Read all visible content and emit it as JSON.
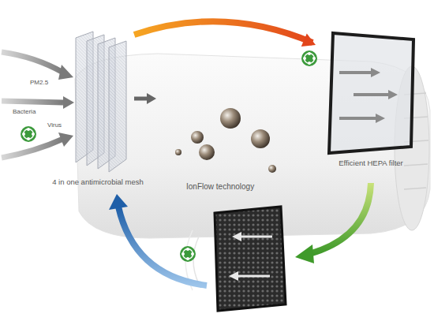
{
  "diagram": {
    "nodes": [
      {
        "text": [
          "4 in one antimicrobial mesh"
        ]
      },
      {
        "text": [
          "Efficient HEPA filter"
        ]
      }
    ],
    "edges": [
      {
        "from": 0,
        "to": 1,
        "arrow": "to"
      }
    ],
    "labels": [
      "PM2.5",
      "Bacteria",
      "Virus",
      "IonFlow technology"
    ]
  }
}
